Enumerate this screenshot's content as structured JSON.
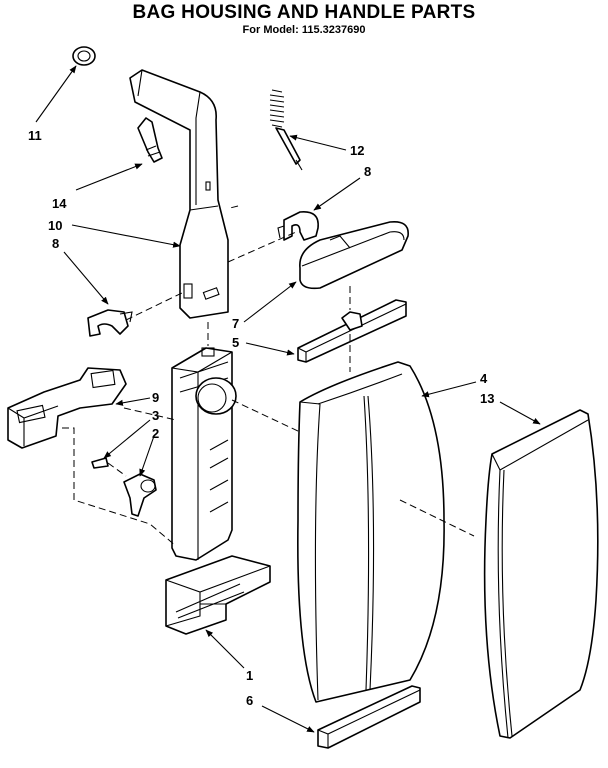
{
  "header": {
    "title": "BAG HOUSING AND HANDLE PARTS",
    "model": "For Model: 115.3237690"
  },
  "callouts": {
    "c11": "11",
    "c12": "12",
    "c8a": "8",
    "c14": "14",
    "c10": "10",
    "c8b": "8",
    "c7": "7",
    "c5": "5",
    "c4": "4",
    "c13": "13",
    "c9": "9",
    "c3": "3",
    "c2": "2",
    "c1": "1",
    "c6": "6"
  }
}
